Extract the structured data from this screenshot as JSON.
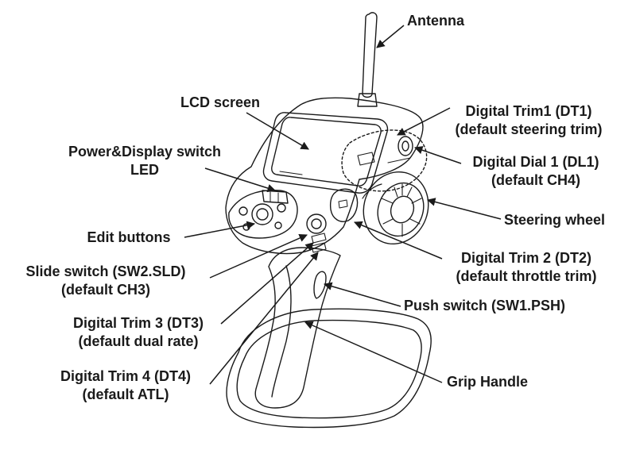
{
  "colors": {
    "ink": "#1a1a1a",
    "paper": "#ffffff"
  },
  "labels": {
    "antenna": "Antenna",
    "lcd": "LCD screen",
    "power_line1": "Power&Display switch",
    "power_line2": "LED",
    "edit": "Edit buttons",
    "slide_line1": "Slide switch  (SW2.SLD)",
    "slide_line2": "(default CH3)",
    "dt3_line1": "Digital Trim 3 (DT3)",
    "dt3_line2": "(default dual rate)",
    "dt4_line1": "Digital Trim 4 (DT4)",
    "dt4_line2": "(default ATL)",
    "dt1_line1": "Digital Trim1 (DT1)",
    "dt1_line2": "(default steering trim)",
    "dl1_line1": "Digital Dial 1 (DL1)",
    "dl1_line2": "(default CH4)",
    "wheel": "Steering wheel",
    "dt2_line1": "Digital Trim 2 (DT2)",
    "dt2_line2": "(default throttle trim)",
    "push": "Push switch  (SW1.PSH)",
    "grip": "Grip Handle"
  }
}
